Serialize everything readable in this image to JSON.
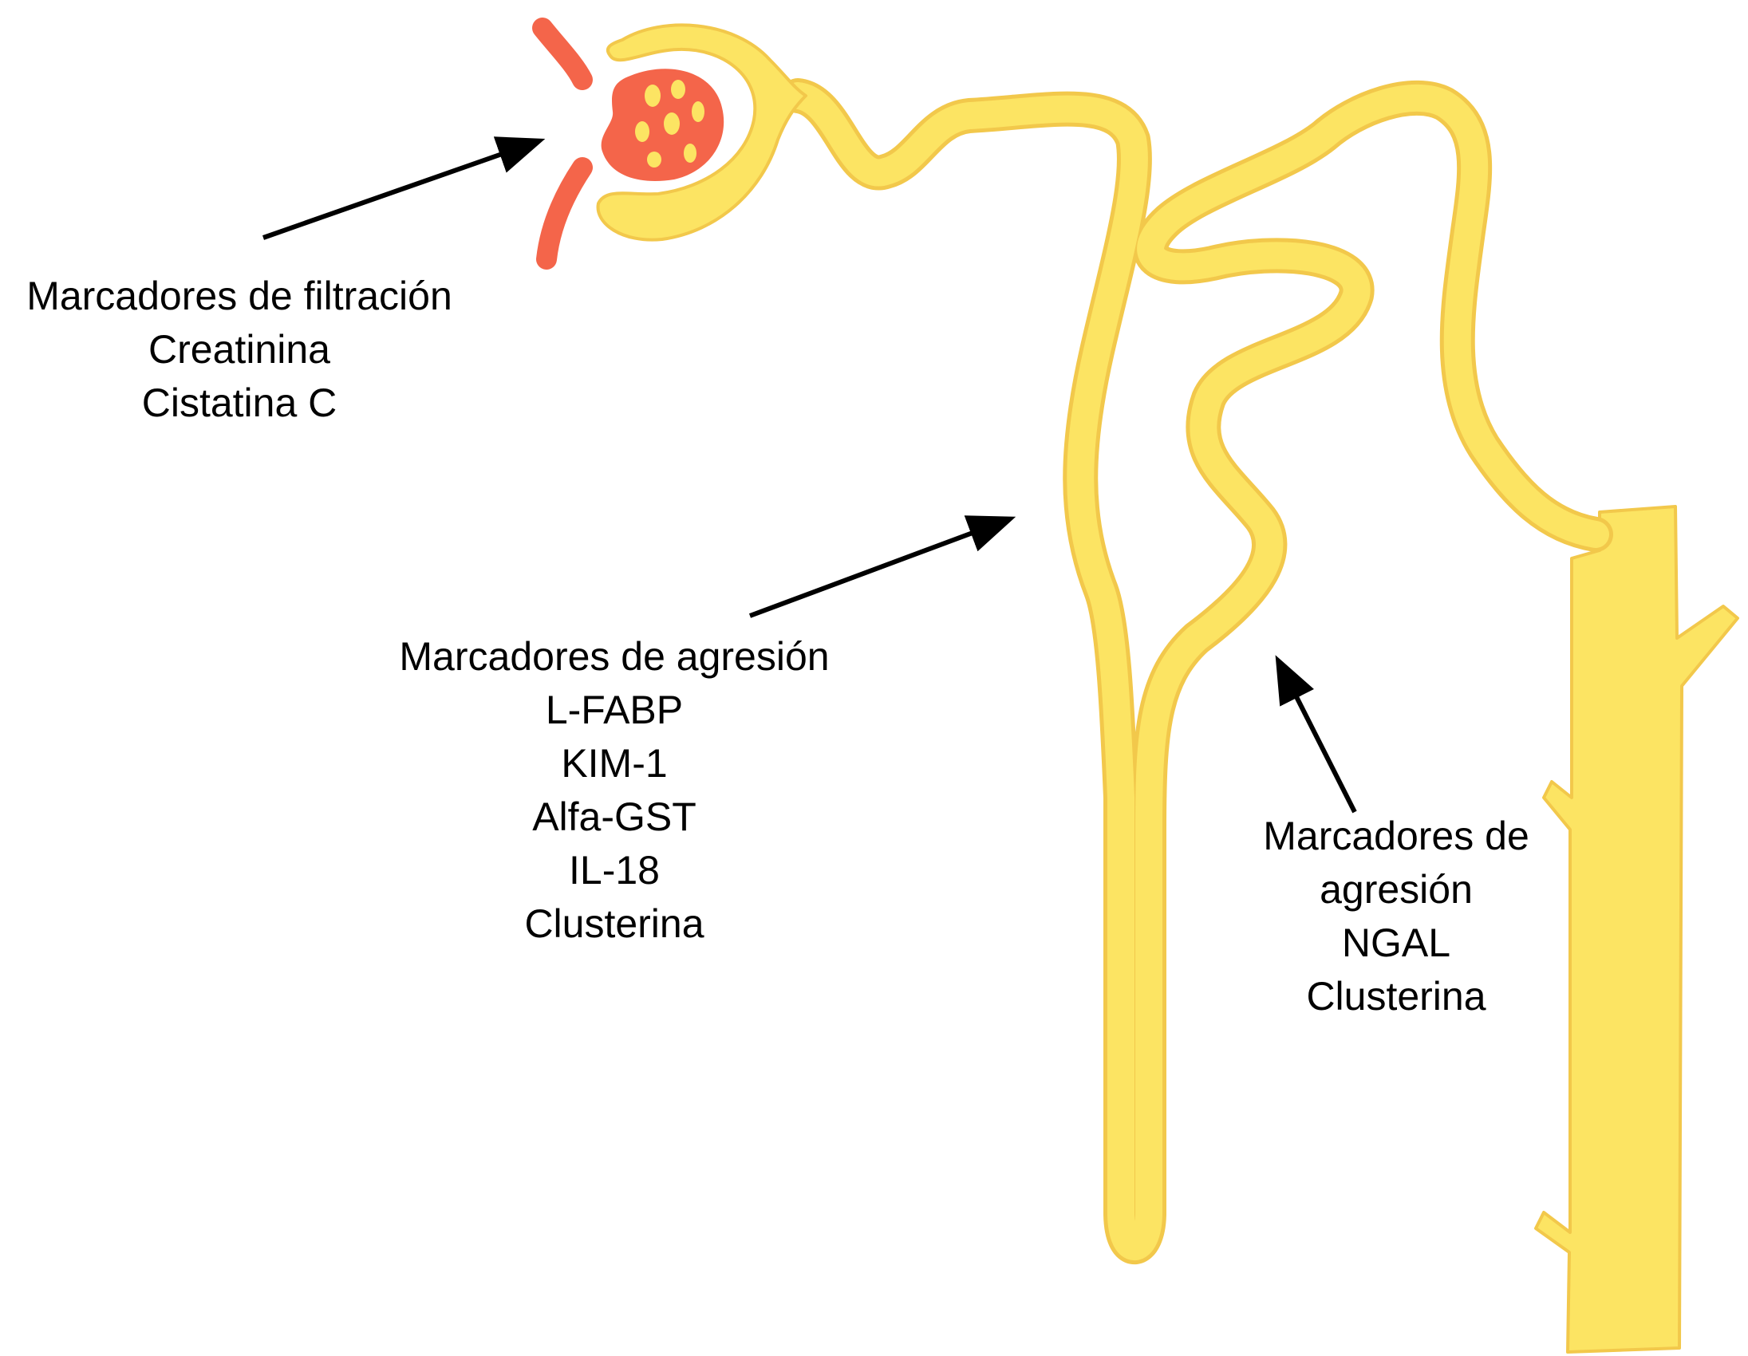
{
  "colors": {
    "tubule_fill": "#FCE463",
    "tubule_edge": "#F2C84B",
    "glomerulus": "#F4654A",
    "arrow": "#000000",
    "text": "#000000",
    "background": "#FFFFFF"
  },
  "labels": {
    "filtration": {
      "title": "Marcadores de filtración",
      "items": [
        "Creatinina",
        "Cistatina C"
      ]
    },
    "proximal": {
      "title": "Marcadores de agresión",
      "items": [
        "L-FABP",
        "KIM-1",
        "Alfa-GST",
        "IL-18",
        "Clusterina"
      ]
    },
    "distal": {
      "title_line1": "Marcadores de",
      "title_line2": "agresión",
      "items": [
        "NGAL",
        "Clusterina"
      ]
    }
  }
}
